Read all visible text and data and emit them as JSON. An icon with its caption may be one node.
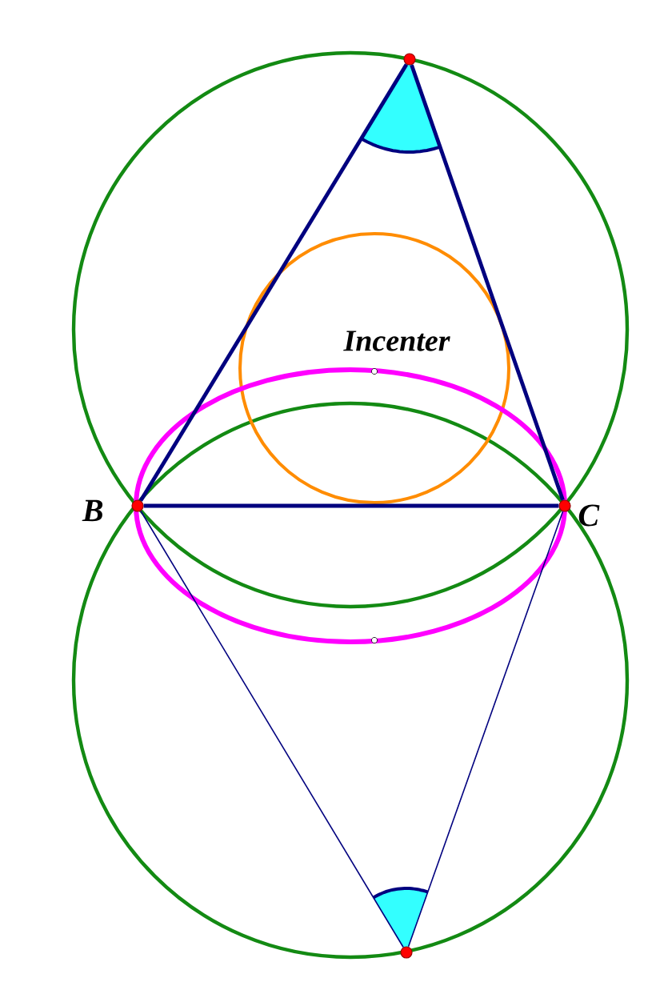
{
  "diagram": {
    "nodes": [
      {
        "text": [],
        "shape": "circle"
      },
      {
        "text": [],
        "shape": "circle",
        "beside": [
          "B"
        ]
      },
      {
        "text": [],
        "shape": "circle",
        "beside": [
          "C"
        ]
      },
      {
        "text": [],
        "shape": "circle"
      }
    ],
    "edges": [
      {
        "from": 0,
        "to": 1,
        "arrow": "none"
      },
      {
        "from": 0,
        "to": 2,
        "arrow": "none"
      },
      {
        "from": 1,
        "to": 2,
        "arrow": "none"
      },
      {
        "from": 1,
        "to": 3,
        "arrow": "none"
      },
      {
        "from": 2,
        "to": 3,
        "arrow": "none"
      }
    ],
    "labels": [
      "Incenter"
    ]
  }
}
